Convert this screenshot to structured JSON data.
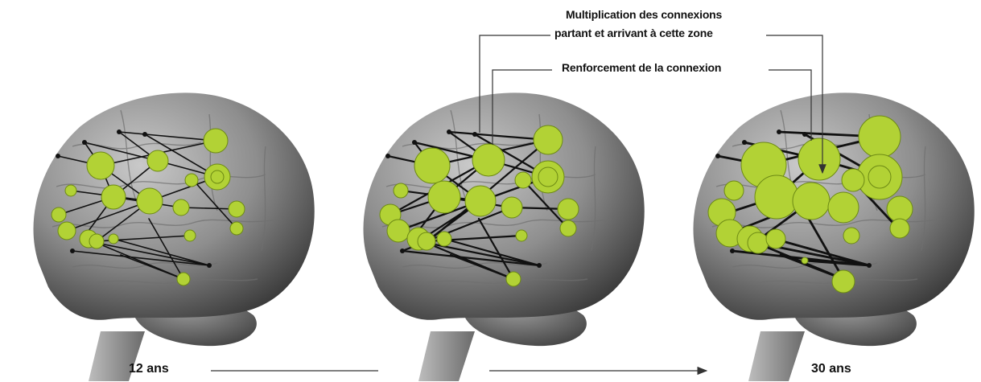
{
  "annotations": {
    "multiplication_line1": "Multiplication des connexions",
    "multiplication_line2": "partant et arrivant à cette zone",
    "renforcement": "Renforcement de la connexion"
  },
  "stages": [
    {
      "age_label": "12 ans"
    },
    {
      "age_label": ""
    },
    {
      "age_label": "30 ans"
    }
  ],
  "colors": {
    "node_fill": "#b2d235",
    "node_stroke": "#6d8a14",
    "connection": "#111111",
    "brain_light": "#a8a8a8",
    "brain_dark": "#4a4a4a",
    "arrow": "#333333"
  },
  "icons": {
    "timeline_arrow": "arrow-right-icon"
  }
}
